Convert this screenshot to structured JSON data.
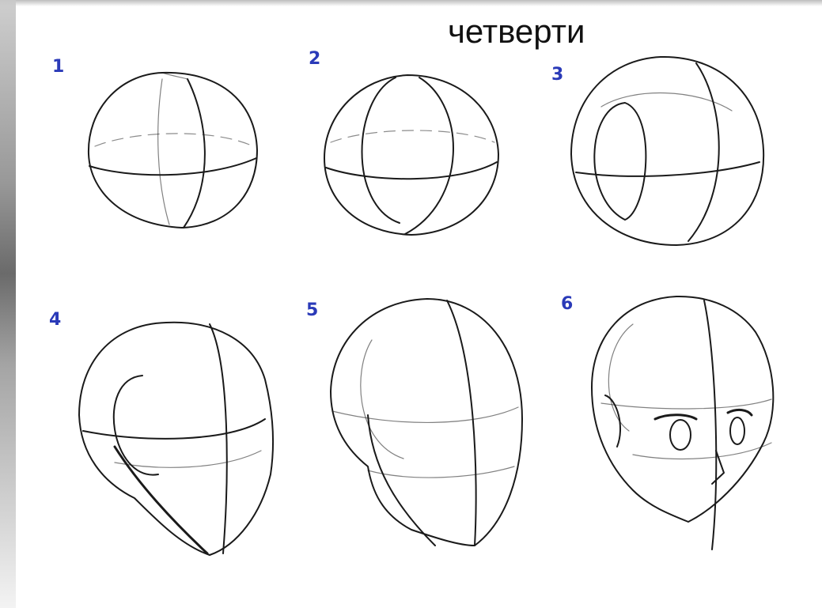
{
  "title": "четверти",
  "steps": [
    "1",
    "2",
    "3",
    "4",
    "5",
    "6"
  ],
  "colors": {
    "step_number": "#2a3ab8",
    "line": "#1a1a1a",
    "background": "#ffffff"
  }
}
